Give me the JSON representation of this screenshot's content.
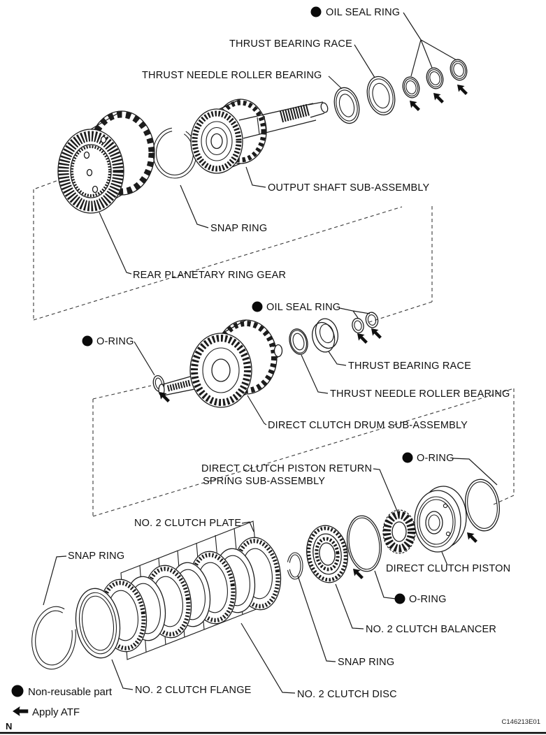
{
  "diagram": {
    "figure_code": "C146213E01",
    "corner_marker": "N",
    "colors": {
      "line": "#1c1c1c",
      "background": "#ffffff"
    },
    "legend": {
      "non_reusable_label": "Non-reusable part",
      "apply_atf_label": "Apply ATF"
    },
    "groups": {
      "top": {
        "oil_seal_ring": "OIL SEAL RING",
        "thrust_bearing_race": "THRUST BEARING RACE",
        "thrust_needle_roller_bearing": "THRUST NEEDLE ROLLER BEARING",
        "output_shaft": "OUTPUT SHAFT SUB-ASSEMBLY",
        "snap_ring": "SNAP RING",
        "rear_planetary_ring_gear": "REAR PLANETARY RING GEAR"
      },
      "middle": {
        "oil_seal_ring": "OIL SEAL RING",
        "o_ring": "O-RING",
        "thrust_bearing_race": "THRUST BEARING RACE",
        "thrust_needle_roller_bearing": "THRUST NEEDLE ROLLER BEARING",
        "direct_clutch_drum": "DIRECT CLUTCH DRUM SUB-ASSEMBLY"
      },
      "bottom": {
        "piston_return_spring_line1": "DIRECT CLUTCH PISTON RETURN",
        "piston_return_spring_line2": "SPRING SUB-ASSEMBLY",
        "o_ring_upper_right": "O-RING",
        "no2_clutch_plate": "NO. 2 CLUTCH PLATE",
        "snap_ring_left": "SNAP RING",
        "direct_clutch_piston": "DIRECT CLUTCH PISTON",
        "o_ring_lower": "O-RING",
        "no2_clutch_balancer": "NO. 2 CLUTCH BALANCER",
        "snap_ring_lower": "SNAP RING",
        "no2_clutch_flange": "NO. 2 CLUTCH FLANGE",
        "no2_clutch_disc": "NO. 2 CLUTCH DISC"
      }
    }
  }
}
